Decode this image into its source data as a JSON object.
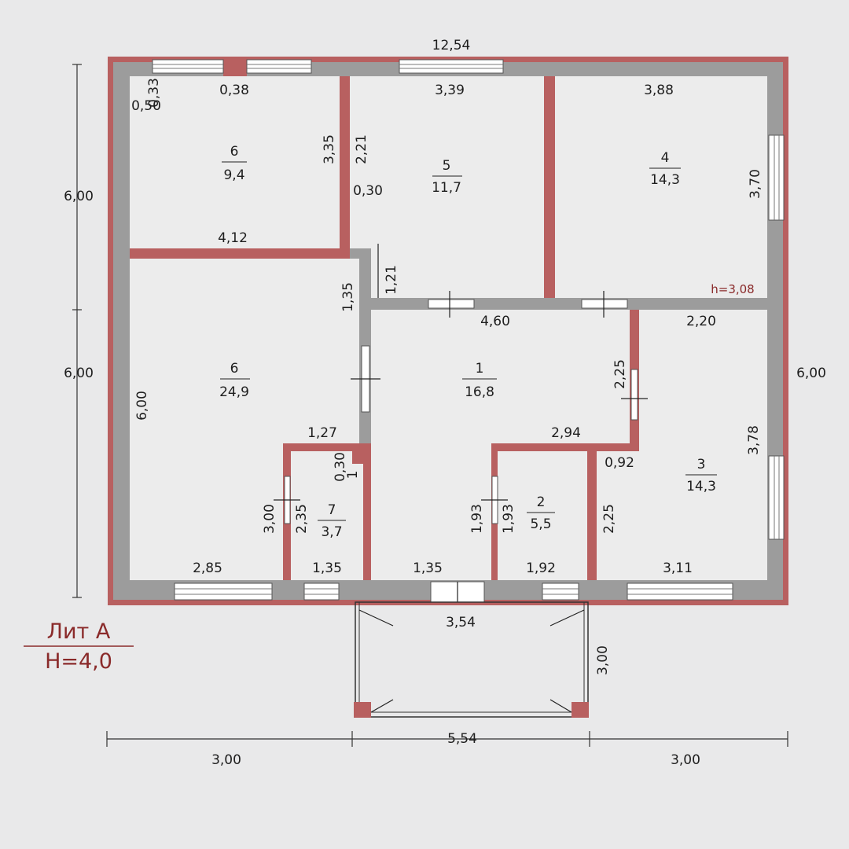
{
  "title_block": {
    "lit": "Лит А",
    "height": "H=4,0"
  },
  "height_mark": "h=3,08",
  "rooms": [
    {
      "id": "room-6-small",
      "number": "6",
      "area": "9,4"
    },
    {
      "id": "room-5",
      "number": "5",
      "area": "11,7"
    },
    {
      "id": "room-4",
      "number": "4",
      "area": "14,3"
    },
    {
      "id": "room-6-large",
      "number": "6",
      "area": "24,9"
    },
    {
      "id": "room-1",
      "number": "1",
      "area": "16,8"
    },
    {
      "id": "room-7",
      "number": "7",
      "area": "3,7"
    },
    {
      "id": "room-2",
      "number": "2",
      "area": "5,5"
    },
    {
      "id": "room-3",
      "number": "3",
      "area": "14,3"
    }
  ],
  "dimensions": {
    "overall_top": "12,54",
    "left_upper": "6,00",
    "left_lower": "6,00",
    "right": "6,00",
    "bottom_left": "3,00",
    "bottom_right": "3,00",
    "porch_width": "5,54",
    "porch_inner": "3,54",
    "porch_depth": "3,00",
    "r6s_top": "0,38",
    "r6s_a": "0,50",
    "r6s_b": "0,33",
    "r6s_right": "3,35",
    "r6s_bottom": "4,12",
    "r5_top": "3,39",
    "r5_left": "2,21",
    "r5_wall": "0,30",
    "r5_bottom": "1,21",
    "r4_top": "3,88",
    "r4_right": "3,70",
    "r6l_top": "1,35",
    "r6l_left": "6,00",
    "r6l_bottom": "2,85",
    "r1_top": "4,60",
    "r1_bottom": "1,35",
    "r1_right": "2,25",
    "r1_mid": "2,94",
    "r7_top": "1,27",
    "r7_wall": "0,30",
    "r7_wall2": "1",
    "r7_left_a": "3,00",
    "r7_left_b": "2,35",
    "r7_bottom": "1,35",
    "r2_left_a": "1,93",
    "r2_left_b": "1,93",
    "r2_bottom": "1,92",
    "r3_top": "2,20",
    "r3_wall": "0,92",
    "r3_left": "2,25",
    "r3_right": "3,78",
    "r3_bottom": "3,11"
  }
}
